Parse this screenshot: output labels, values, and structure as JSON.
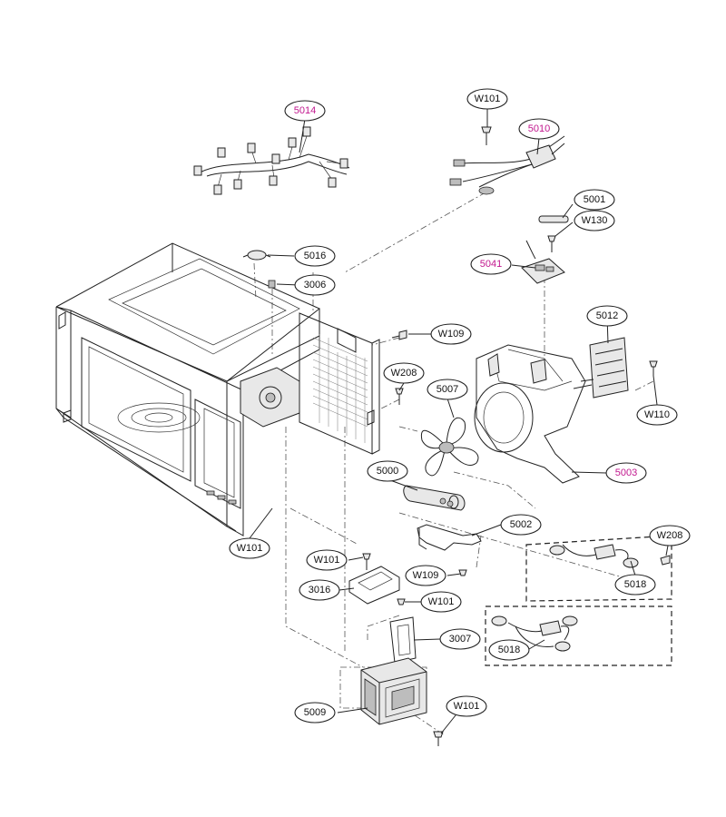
{
  "callouts": {
    "w101_top": "W101",
    "p5014": "5014",
    "p5010": "5010",
    "p5001": "5001",
    "w130": "W130",
    "p5016": "5016",
    "p5041": "5041",
    "p3006": "3006",
    "p5012": "5012",
    "w109_a": "W109",
    "w208_a": "W208",
    "p5007": "5007",
    "w110": "W110",
    "p5003": "5003",
    "p5000": "5000",
    "p5002": "5002",
    "w101_left": "W101",
    "w208_b": "W208",
    "w101_mid": "W101",
    "w109_b": "W109",
    "p5018_a": "5018",
    "p3016": "3016",
    "w101_c": "W101",
    "p3007": "3007",
    "p5018_b": "5018",
    "p5009": "5009",
    "w101_bottom": "W101"
  },
  "colors": {
    "highlight": "#c2188f",
    "line": "#222222"
  }
}
